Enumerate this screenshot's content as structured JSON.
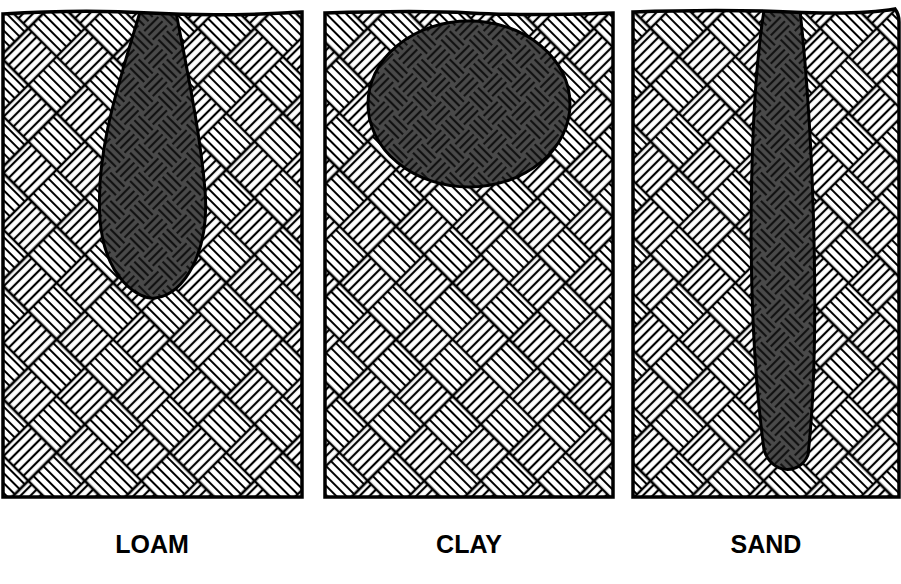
{
  "diagram": {
    "labels": [
      "LOAM",
      "CLAY",
      "SAND"
    ]
  }
}
